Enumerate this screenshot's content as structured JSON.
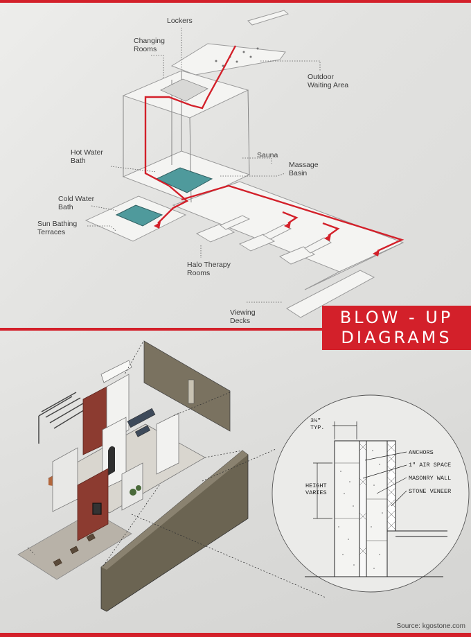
{
  "title": {
    "line1": "BLOW - UP",
    "line2": "DIAGRAMS"
  },
  "labels": {
    "lockers": "Lockers",
    "changing_rooms": "Changing\nRooms",
    "outdoor_waiting": "Outdoor\nWaiting Area",
    "hot_water_bath": "Hot Water\nBath",
    "sauna": "Sauna",
    "massage_basin": "Massage\nBasin",
    "cold_water_bath": "Cold Water\nBath",
    "sun_bathing": "Sun Bathing\nTerraces",
    "halo_therapy": "Halo Therapy\nRooms",
    "viewing_decks": "Viewing\nDecks"
  },
  "detail": {
    "dim": "3½\"\nTYP.",
    "anchors": "ANCHORS",
    "air_space": "1\" AIR SPACE",
    "masonry": "MASONRY WALL",
    "veneer": "STONE VENEER",
    "height": "HEIGHT\nVARIES"
  },
  "source": "Source: kgostone.com",
  "colors": {
    "accent": "#d3202a",
    "water": "#4f9a9c",
    "brick": "#8c3b30",
    "stone": "#6b6452"
  }
}
